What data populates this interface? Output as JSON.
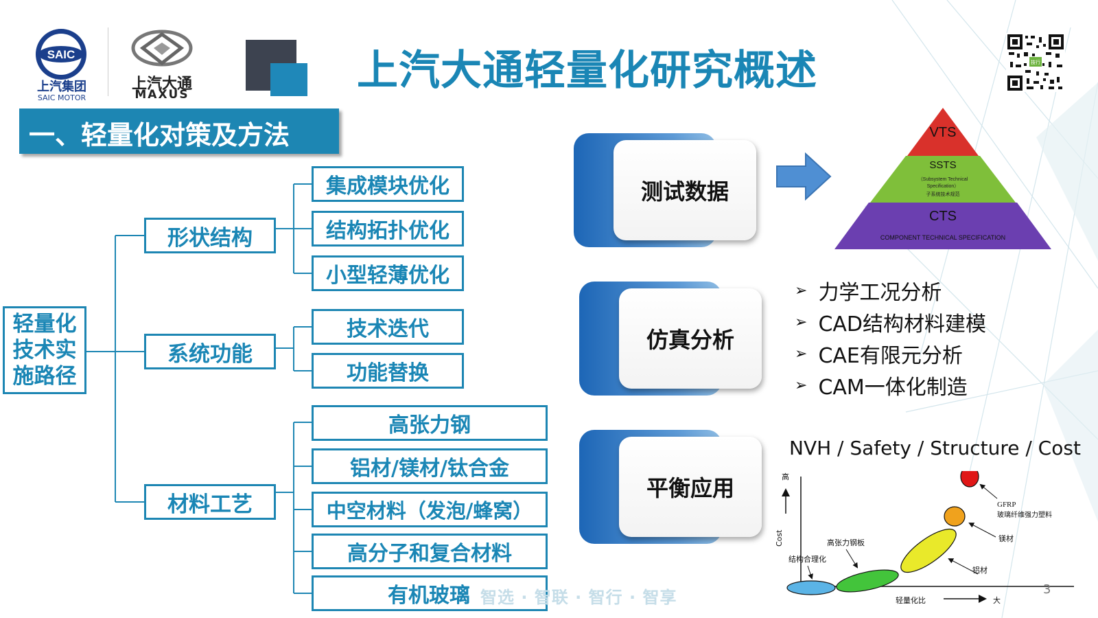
{
  "header": {
    "title": "上汽大通轻量化研究概述",
    "logo_saic_badge": "SAIC",
    "logo_saic_cn": "上汽集团",
    "logo_saic_en": "SAIC MOTOR",
    "logo_maxus_cn": "上汽大通",
    "logo_maxus_en": "MAXUS",
    "qr_caption": "技行"
  },
  "section": {
    "heading": "一、轻量化对策及方法"
  },
  "tree": {
    "root": [
      "轻量化",
      "技术实",
      "施路径"
    ],
    "branches": [
      {
        "label": "形状结构",
        "leaves": [
          "集成模块优化",
          "结构拓扑优化",
          "小型轻薄优化"
        ]
      },
      {
        "label": "系统功能",
        "leaves": [
          "技术迭代",
          "功能替换"
        ]
      },
      {
        "label": "材料工艺",
        "leaves": [
          "高张力钢",
          "铝材/镁材/钛合金",
          "中空材料（发泡/蜂窝）",
          "高分子和复合材料",
          "有机玻璃"
        ]
      }
    ]
  },
  "cards": [
    "测试数据",
    "仿真分析",
    "平衡应用"
  ],
  "pyramid": {
    "top": "VTS",
    "middle": "SSTS",
    "middle_note_1": "（Subsystem Technical",
    "middle_note_2": "Specification）",
    "middle_note_3": "子系统技术规范",
    "bottom": "CTS",
    "bottom_note": "COMPONENT TECHNICAL SPECIFICATION",
    "colors": {
      "top": "#d9312b",
      "middle": "#7fbf3a",
      "bottom": "#6b3fb0"
    }
  },
  "bullets": [
    "力学工况分析",
    "CAD结构材料建模",
    "CAE有限元分析",
    "CAM一体化制造"
  ],
  "nvh_line": "NVH / Safety / Structure / Cost",
  "chart": {
    "y_high": "高",
    "y_label": "Cost",
    "x_label": "轻量化比",
    "x_high": "大",
    "labels": {
      "struct": "结构合理化",
      "steel": "高张力钢板",
      "al": "铝材",
      "mg": "镁材",
      "gfrp1": "GFRP",
      "gfrp2": "玻璃纤维强力塑料"
    }
  },
  "slogan": "智选 · 智联 · 智行 · 智享",
  "page_number": "3",
  "colors": {
    "accent": "#1d86b3",
    "title": "#1a86b5"
  }
}
